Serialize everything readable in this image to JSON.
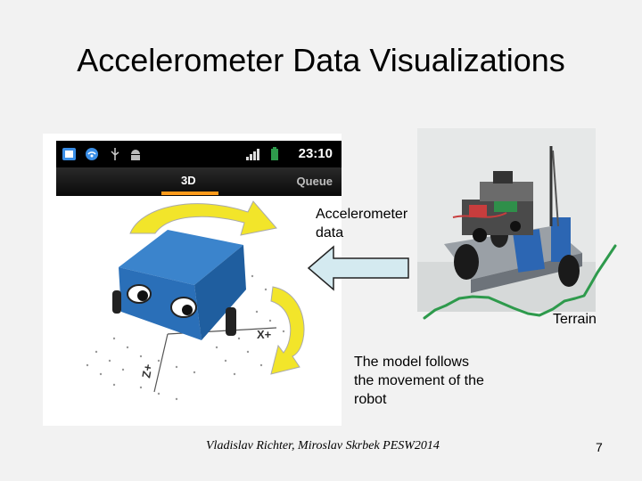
{
  "slide": {
    "title": "Accelerometer Data Visualizations",
    "labels": {
      "accelerometer_data": "Accelerometer\ndata",
      "terrain": "Terrain",
      "model_follows": "The model follows\nthe movement of the\nrobot"
    },
    "footer": "Vladislav Richter, Miroslav Skrbek PESW2014",
    "page_number": "7"
  },
  "phone": {
    "status_time": "23:10",
    "tabs": [
      "3D",
      "Queue"
    ],
    "status_icons": [
      "app-icon",
      "wifi-icon",
      "usb-icon",
      "android-icon",
      "signal-icon",
      "battery-icon"
    ]
  },
  "model": {
    "axis_labels": [
      "X+",
      "Z+"
    ]
  },
  "colors": {
    "background": "#f2f2f2",
    "arrow_yellow": "#f2e52a",
    "arrow_blue": "#d4eaf0",
    "terrain_green": "#2e9a4c",
    "robot_cube": "#1e6db6",
    "tab_underline": "#ff9a1a"
  }
}
